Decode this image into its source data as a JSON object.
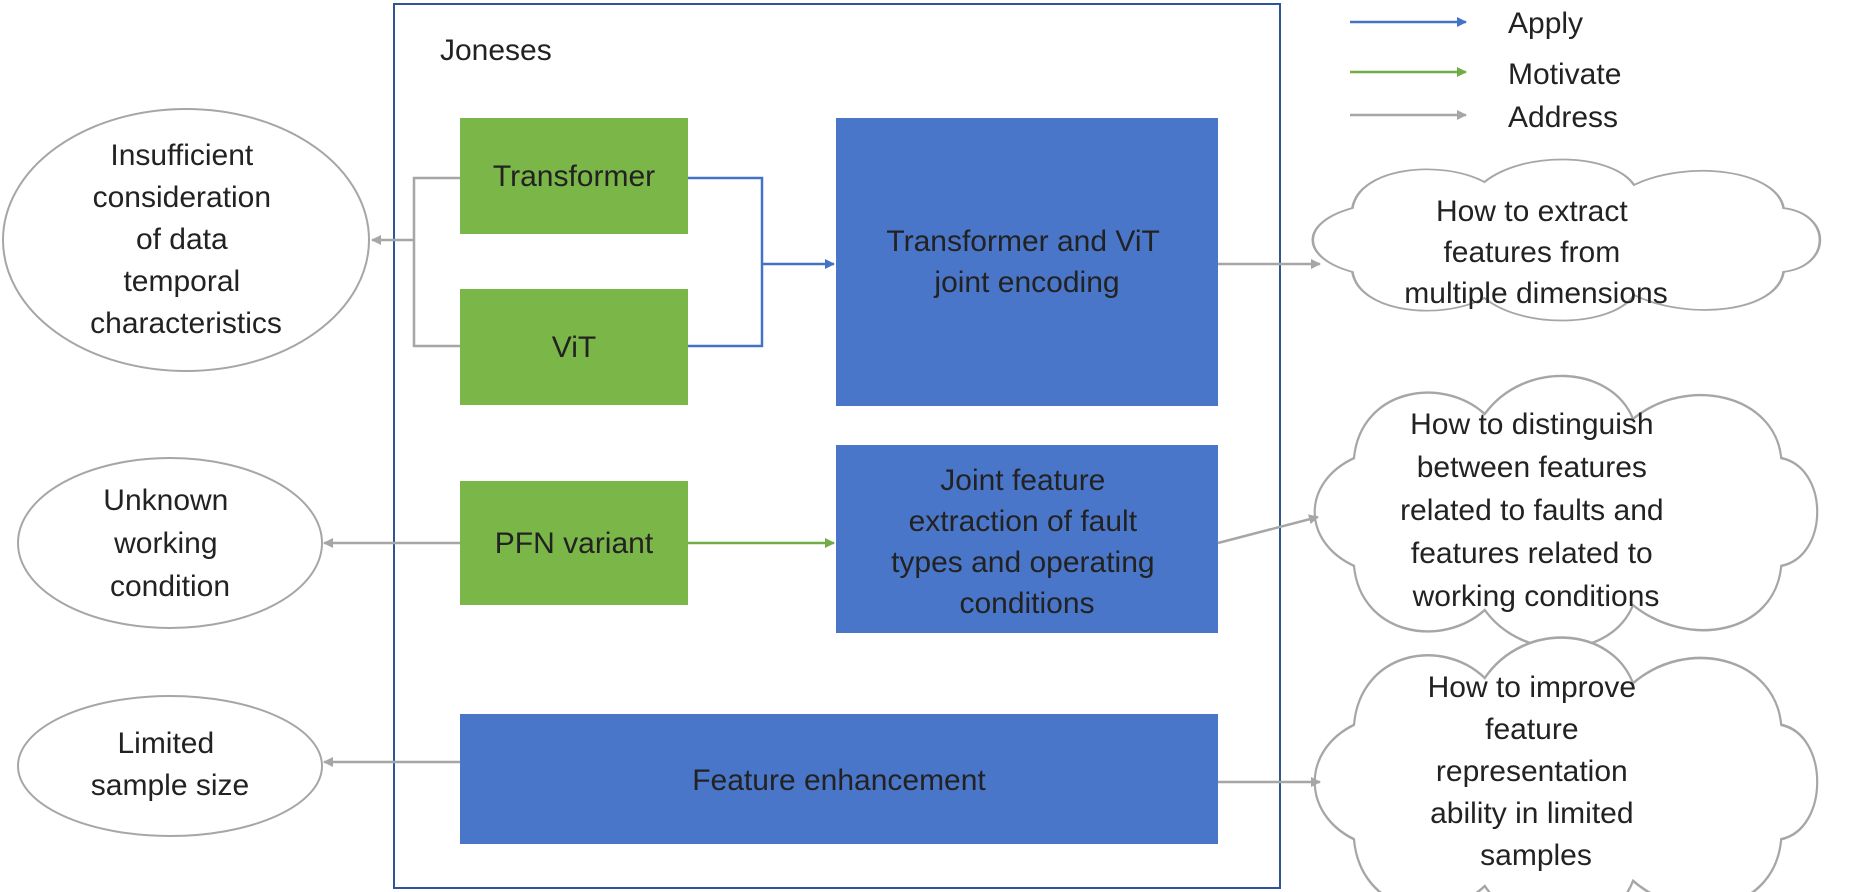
{
  "title": "Joneses",
  "legend": [
    {
      "label": "Apply",
      "color": "#4472C4"
    },
    {
      "label": "Motivate",
      "color": "#70AD47"
    },
    {
      "label": "Address",
      "color": "#A6A6A6"
    }
  ],
  "colors": {
    "green_box": "#7AB648",
    "blue_box": "#4A76C9",
    "frame": "#2F5597",
    "outline": "#A6A6A6"
  },
  "green_boxes": {
    "transformer": "Transformer",
    "vit": "ViT",
    "pfn": "PFN variant"
  },
  "blue_boxes": {
    "joint_encoding": [
      "Transformer and ViT",
      "joint encoding"
    ],
    "joint_feature": [
      "Joint feature",
      "extraction of fault",
      "types and operating",
      "conditions"
    ],
    "feature_enhancement": [
      "Feature enhancement"
    ]
  },
  "problems": {
    "temporal": [
      "Insufficient",
      "consideration",
      "of data",
      "temporal",
      "characteristics"
    ],
    "unknown": [
      "Unknown",
      "working",
      "condition"
    ],
    "limited": [
      "Limited",
      "sample size"
    ]
  },
  "questions": {
    "dimensions": [
      "How to extract",
      "features from",
      "multiple dimensions"
    ],
    "distinguish": [
      "How to distinguish",
      "between features",
      "related to faults and",
      "features related to",
      "working conditions"
    ],
    "improve": [
      "How to improve",
      "feature",
      "representation",
      "ability in limited",
      "samples"
    ]
  }
}
